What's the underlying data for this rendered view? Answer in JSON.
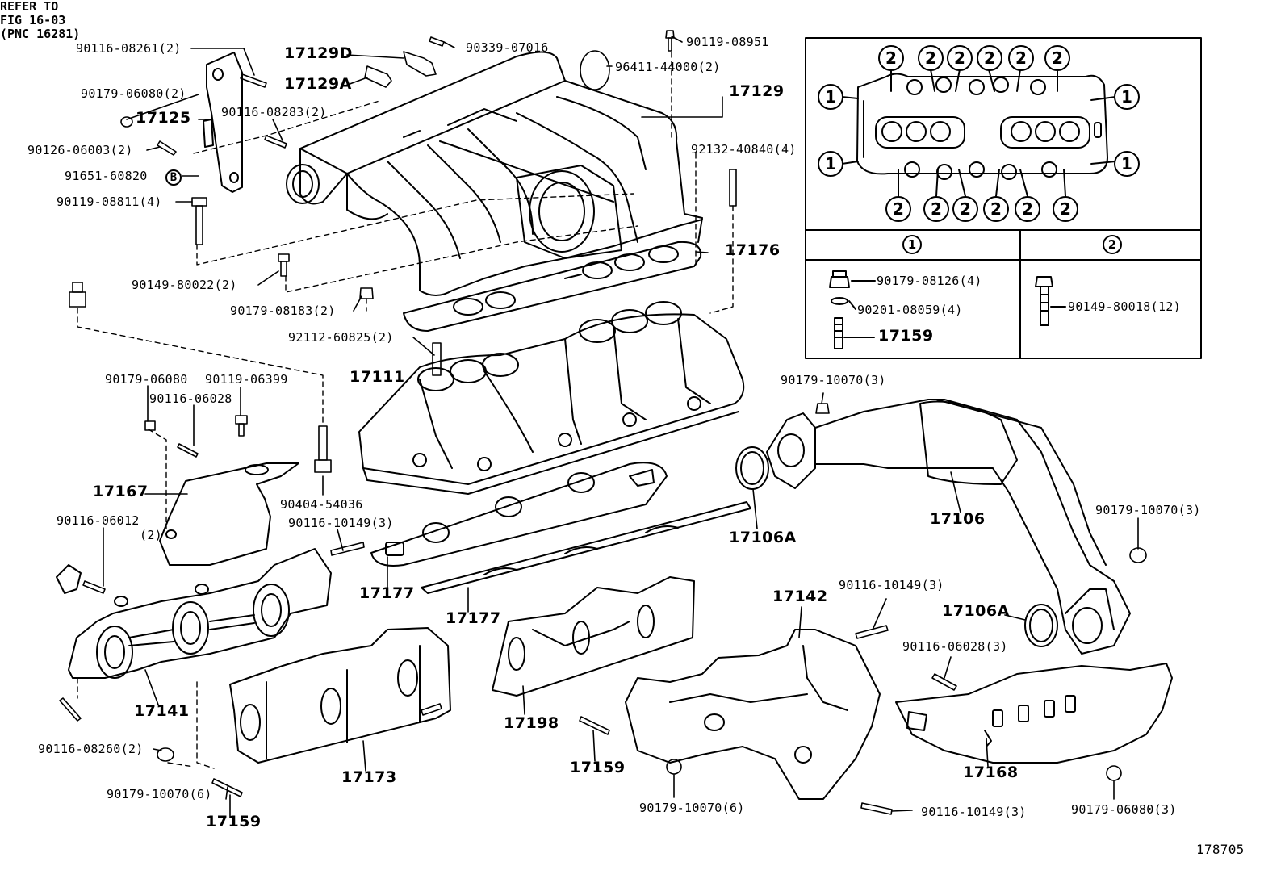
{
  "diagram_id": "178705",
  "note": {
    "text": "REFER TO\nFIG 16-03\n(PNC 16281)"
  },
  "inset": {
    "header_1": "1",
    "header_2": "2",
    "callout": "2",
    "callout_side": "1",
    "col1_parts": [
      "90179-08126(4)",
      "90201-08059(4)",
      "17159"
    ],
    "col2_parts": [
      "90149-80018(12)"
    ]
  },
  "marker_b": "B",
  "labels": [
    {
      "id": "p_90116_08261",
      "text": "90116-08261(2)",
      "big": false
    },
    {
      "id": "p_90179_06080_2",
      "text": "90179-06080(2)",
      "big": false
    },
    {
      "id": "p_17125",
      "text": "17125",
      "big": true
    },
    {
      "id": "p_90126_06003",
      "text": "90126-06003(2)",
      "big": false
    },
    {
      "id": "p_91651_60820",
      "text": "91651-60820",
      "big": false
    },
    {
      "id": "p_90119_08811",
      "text": "90119-08811(4)",
      "big": false
    },
    {
      "id": "p_17129D",
      "text": "17129D",
      "big": true
    },
    {
      "id": "p_17129A",
      "text": "17129A",
      "big": true
    },
    {
      "id": "p_90339_07016",
      "text": "90339-07016",
      "big": false
    },
    {
      "id": "p_90116_08283",
      "text": "90116-08283(2)",
      "big": false
    },
    {
      "id": "p_90119_08951",
      "text": "90119-08951",
      "big": false
    },
    {
      "id": "p_96411_44000",
      "text": "96411-44000(2)",
      "big": false
    },
    {
      "id": "p_17129",
      "text": "17129",
      "big": true
    },
    {
      "id": "p_92132_40840",
      "text": "92132-40840(4)",
      "big": false
    },
    {
      "id": "p_17176",
      "text": "17176",
      "big": true
    },
    {
      "id": "p_90149_80022",
      "text": "90149-80022(2)",
      "big": false
    },
    {
      "id": "p_90179_08183",
      "text": "90179-08183(2)",
      "big": false
    },
    {
      "id": "p_92112_60825",
      "text": "92112-60825(2)",
      "big": false
    },
    {
      "id": "p_17111",
      "text": "17111",
      "big": true
    },
    {
      "id": "p_90179_06080",
      "text": "90179-06080",
      "big": false
    },
    {
      "id": "p_90119_06399",
      "text": "90119-06399",
      "big": false
    },
    {
      "id": "p_90116_06028",
      "text": "90116-06028",
      "big": false
    },
    {
      "id": "p_17167",
      "text": "17167",
      "big": true
    },
    {
      "id": "p_90116_06012",
      "text": "90116-06012",
      "big": false
    },
    {
      "id": "p_paren2",
      "text": "(2)",
      "big": false
    },
    {
      "id": "p_90404_54036",
      "text": "90404-54036",
      "big": false
    },
    {
      "id": "p_90116_10149_a",
      "text": "90116-10149(3)",
      "big": false
    },
    {
      "id": "p_17177_a",
      "text": "17177",
      "big": true
    },
    {
      "id": "p_17177_b",
      "text": "17177",
      "big": true
    },
    {
      "id": "p_17141",
      "text": "17141",
      "big": true
    },
    {
      "id": "p_90116_08260",
      "text": "90116-08260(2)",
      "big": false
    },
    {
      "id": "p_90179_10070_6a",
      "text": "90179-10070(6)",
      "big": false
    },
    {
      "id": "p_17159_a",
      "text": "17159",
      "big": true
    },
    {
      "id": "p_17173",
      "text": "17173",
      "big": true
    },
    {
      "id": "p_17198",
      "text": "17198",
      "big": true
    },
    {
      "id": "p_17159_b",
      "text": "17159",
      "big": true
    },
    {
      "id": "p_90179_10070_6b",
      "text": "90179-10070(6)",
      "big": false
    },
    {
      "id": "p_17142",
      "text": "17142",
      "big": true
    },
    {
      "id": "p_90116_10149_b",
      "text": "90116-10149(3)",
      "big": false
    },
    {
      "id": "p_90116_06028_3",
      "text": "90116-06028(3)",
      "big": false
    },
    {
      "id": "p_17168",
      "text": "17168",
      "big": true
    },
    {
      "id": "p_90116_10149_c",
      "text": "90116-10149(3)",
      "big": false
    },
    {
      "id": "p_90179_06080_3",
      "text": "90179-06080(3)",
      "big": false
    },
    {
      "id": "p_90179_10070_3a",
      "text": "90179-10070(3)",
      "big": false
    },
    {
      "id": "p_17106A_a",
      "text": "17106A",
      "big": true
    },
    {
      "id": "p_17106",
      "text": "17106",
      "big": true
    },
    {
      "id": "p_90179_10070_3b",
      "text": "90179-10070(3)",
      "big": false
    },
    {
      "id": "p_17106A_b",
      "text": "17106A",
      "big": true
    }
  ]
}
